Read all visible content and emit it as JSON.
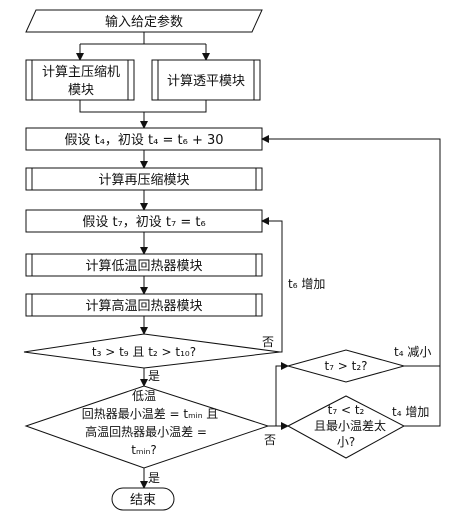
{
  "nodes": {
    "input": "输入给定参数",
    "main_compressor_l1": "计算主压缩机",
    "main_compressor_l2": "模块",
    "throttle": "计算透平模块",
    "assume_t4": "假设 t₄，初设 t₄ = t₆ + 30",
    "recompress": "计算再压缩模块",
    "assume_t7": "假设 t₇，初设 t₇ = t₆",
    "low_temp_rec": "计算低温回热器模块",
    "high_temp_rec": "计算高温回热器模块",
    "decision1": "t₃ > t₉ 且 t₂ > t₁₀?",
    "decision2_l1": "低温",
    "decision2_l2": "回热器最小温差 = tₘᵢₙ 且",
    "decision2_l3": "高温回热器最小温差 =",
    "decision2_l4": "tₘᵢₙ?",
    "decision3": "t₇ > t₂?",
    "decision4_l1": "t₇ < t₂",
    "decision4_l2": "且最小温差太",
    "decision4_l3": "小?",
    "end": "结束"
  },
  "labels": {
    "t6_increase": "t₆ 增加",
    "no1": "否",
    "yes1": "是",
    "no2": "否",
    "yes2": "是",
    "t4_decrease": "t₄ 减小",
    "t4_increase": "t₄ 增加"
  }
}
